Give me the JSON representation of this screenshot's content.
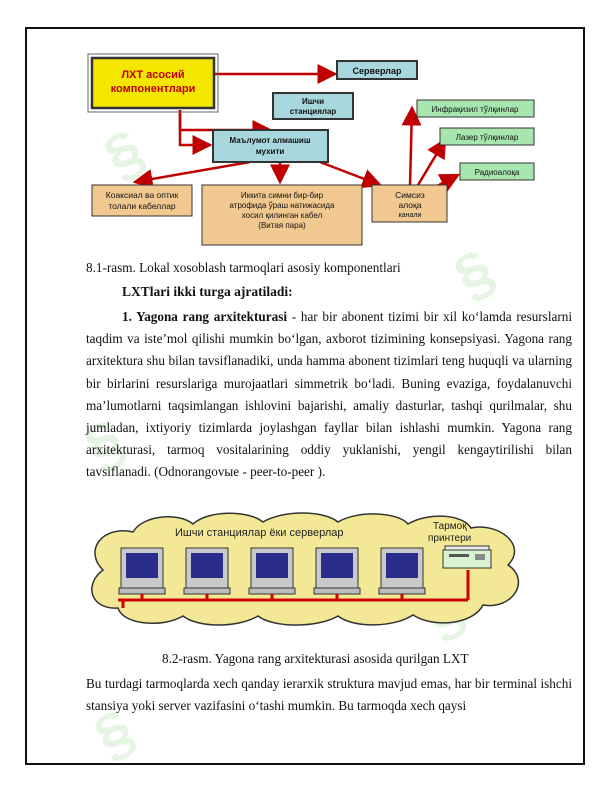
{
  "diagram1": {
    "main_box": "ЛХТ асосий компонентлари",
    "servers": "Серверлар",
    "workstations": "Ишчи станциялар",
    "media": "Маълумот алмашиш мухити",
    "infrared": "Инфрақизил тўлқинлар",
    "laser": "Лазер тўлқинлар",
    "radio": "Радиоалоқа",
    "coax": "Коаксиал ва оптик толали кабеллар",
    "twisted": "Иккита симни бир-бир атрофида ўраш натижасида хосил қилинган кабел (Витая пара)",
    "wireless": "Симсиз алоқа канали"
  },
  "caption1": "8.1-rasm. Lokal xosoblash tarmoqlari asosiy komponentlari",
  "heading": "LXTlari ikki turga ajratiladi:",
  "para1_bold": "1. Yagona rang arxitekturasi",
  "para1_rest": " - har bir abonent tizimi bir xil ko‘lamda resurslarni taqdim va iste’mol qilishi mumkin bo‘lgan, axborot tizimining konsepsiyasi. Yagona rang arxitektura shu bilan tavsiflanadiki, unda hamma abonent tizimlari teng huquqli va ularning bir birlarini resurslariga murojaatlari simmetrik bo‘ladi. Buning evaziga, foydalanuvchi ma’lumotlarni taqsimlangan ishlovini bajarishi, amaliy dasturlar, tashqi qurilmalar, shu jumladan, ixtiyoriy tizimlarda joylashgan fayllar bilan ishlashi mumkin. Yagona rang arxitekturasi, tarmoq vositalarining oddiy yuklanishi, yengil kengaytirilishi bilan tavsiflanadi. (Odnorangovыe - peer-to-peer ).",
  "diagram2": {
    "cloud_label": "Ишчи станциялар ёки серверлар",
    "printer_label": "Тармоқ принтери"
  },
  "caption2": "8.2-rasm. Yagona rang arxitekturasi asosida qurilgan LXT",
  "para2": "Bu turdagi tarmoqlarda xech qanday ierarxik struktura mavjud emas, har bir terminal ishchi stansiya yoki server vazifasini o‘tashi mumkin. Bu tarmoqda xech qaysi"
}
